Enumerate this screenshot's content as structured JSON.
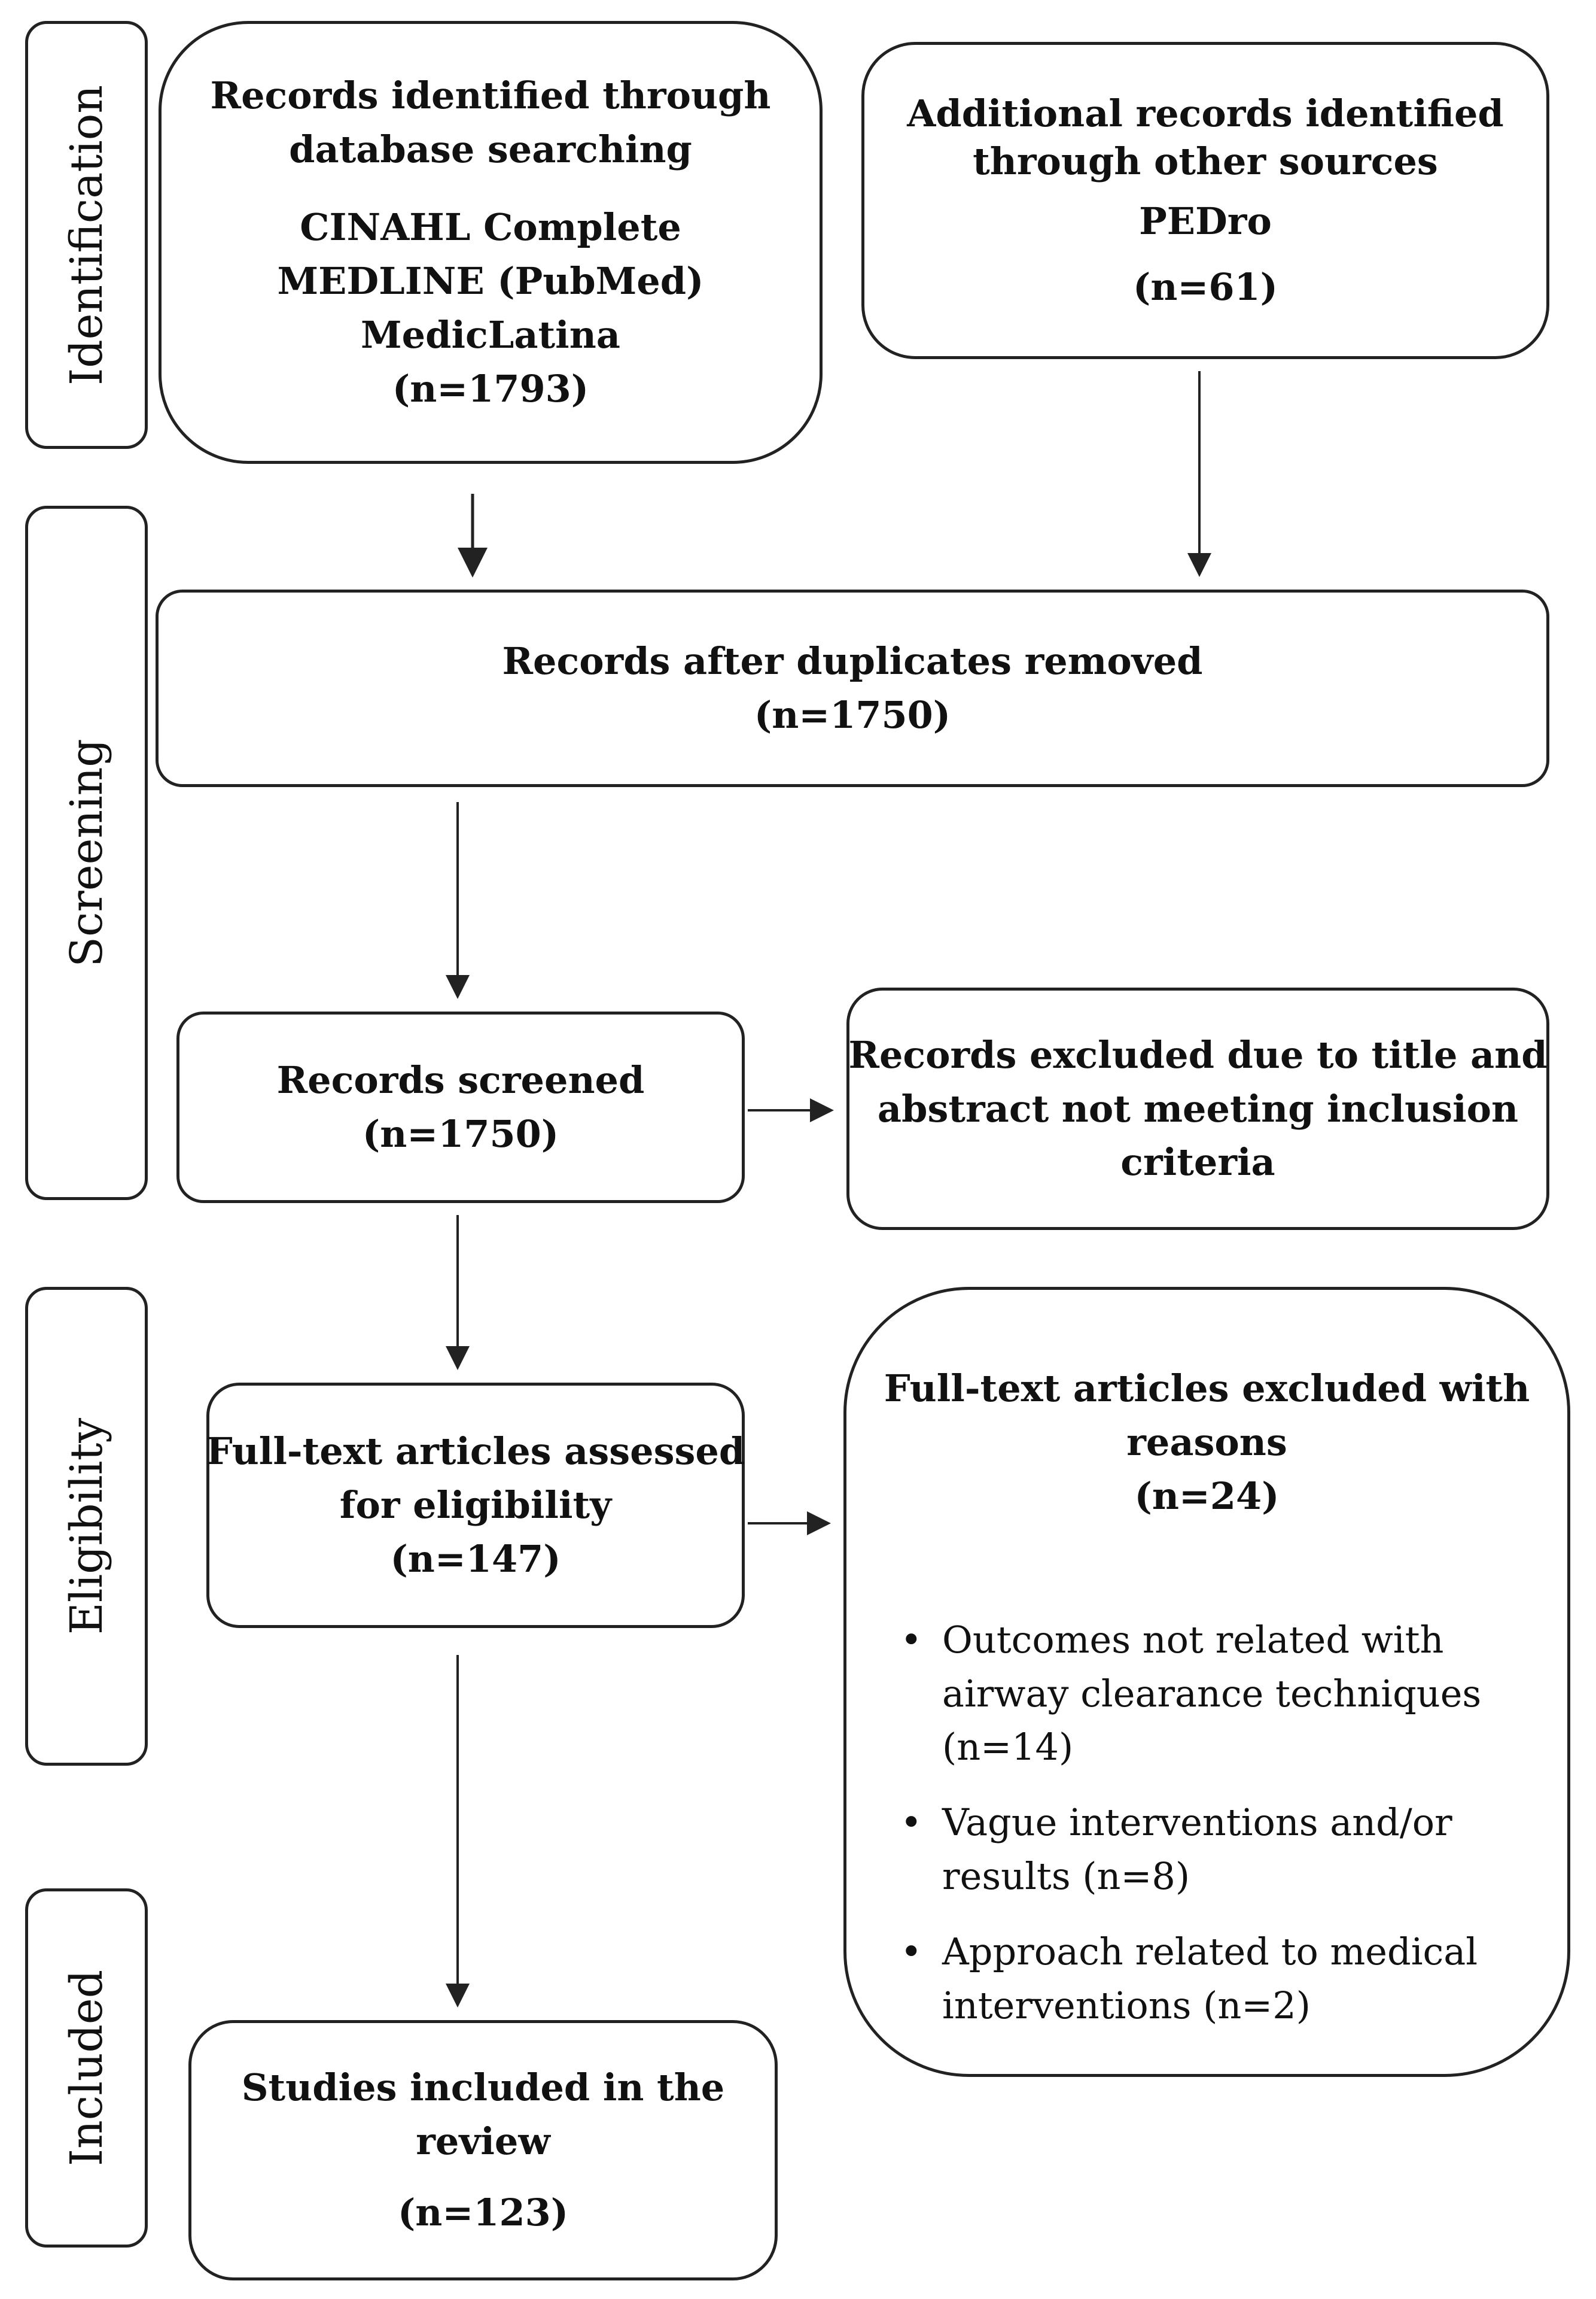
{
  "stages": {
    "identification": "Identification",
    "screening": "Screening",
    "eligibility": "Eligibility",
    "included": "Included"
  },
  "boxes": {
    "database": {
      "title": [
        "Records identified through",
        "database searching"
      ],
      "sources": [
        "CINAHL Complete",
        "MEDLINE (PubMed)",
        "MedicLatina"
      ],
      "count": "(n=1793)"
    },
    "other_sources": {
      "title": [
        "Additional records identified",
        "through other sources"
      ],
      "source": "PEDro",
      "count": "(n=61)"
    },
    "duplicates_removed": {
      "title": "Records after duplicates removed",
      "count": "(n=1750)"
    },
    "screened": {
      "title": "Records screened",
      "count": "(n=1750)"
    },
    "excluded_title_abstract": {
      "lines": [
        "Records excluded due to title and",
        "abstract not meeting inclusion",
        "criteria"
      ]
    },
    "full_text_assessed": {
      "title": [
        "Full-text articles assessed",
        "for eligibility"
      ],
      "count": "(n=147)"
    },
    "full_text_excluded": {
      "title": [
        "Full-text articles excluded with",
        "reasons"
      ],
      "count": "(n=24)",
      "reasons": [
        [
          "Outcomes not related with",
          "airway clearance techniques",
          "(n=14)"
        ],
        [
          "Vague interventions and/or",
          "results (n=8)"
        ],
        [
          "Approach related to medical",
          "interventions (n=2)"
        ]
      ]
    },
    "included_studies": {
      "title": [
        "Studies included in the",
        "review"
      ],
      "count": "(n=123)"
    }
  }
}
